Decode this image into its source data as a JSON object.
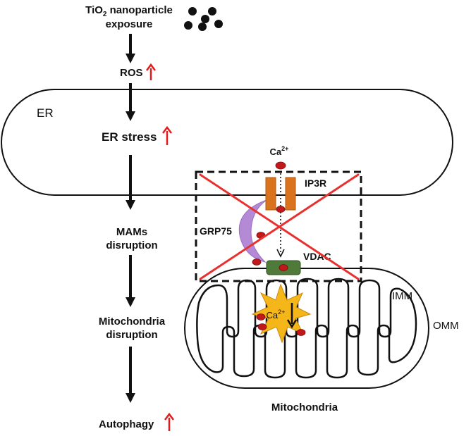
{
  "labels": {
    "tio2_line1_prefix": "TiO",
    "tio2_line1_sub": "2",
    "tio2_line1_suffix": " nanoparticle",
    "tio2_line2": "exposure",
    "ros": "ROS",
    "er": "ER",
    "er_stress": "ER stress",
    "mams_line1": "MAMs",
    "mams_line2": "disruption",
    "mito_dis_line1": "Mitochondria",
    "mito_dis_line2": "disruption",
    "autophagy": "Autophagy",
    "ca_er_base": "Ca",
    "ca_er_sup": "2+",
    "ip3r": "IP3R",
    "grp75": "GRP75",
    "vdac": "VDAC",
    "imm": "IMM",
    "omm": "OMM",
    "ca_mito_base": "Ca",
    "ca_mito_sup": "2+",
    "mitochondria": "Mitochondria"
  },
  "colors": {
    "increase_arrow": "#e31a1c",
    "cross": "#e8312f",
    "calcium_dot": "#c0181b",
    "ip3r": "#d9731e",
    "grp75": "#b48ad6",
    "vdac": "#4f7a3a",
    "starburst": "#f5b61a",
    "outline": "#111111"
  },
  "icons": [
    "nanoparticle-dots",
    "increase-arrow-icon",
    "ip3r-channel-icon",
    "grp75-chaperone-icon",
    "vdac-channel-icon",
    "calcium-starburst-icon"
  ]
}
